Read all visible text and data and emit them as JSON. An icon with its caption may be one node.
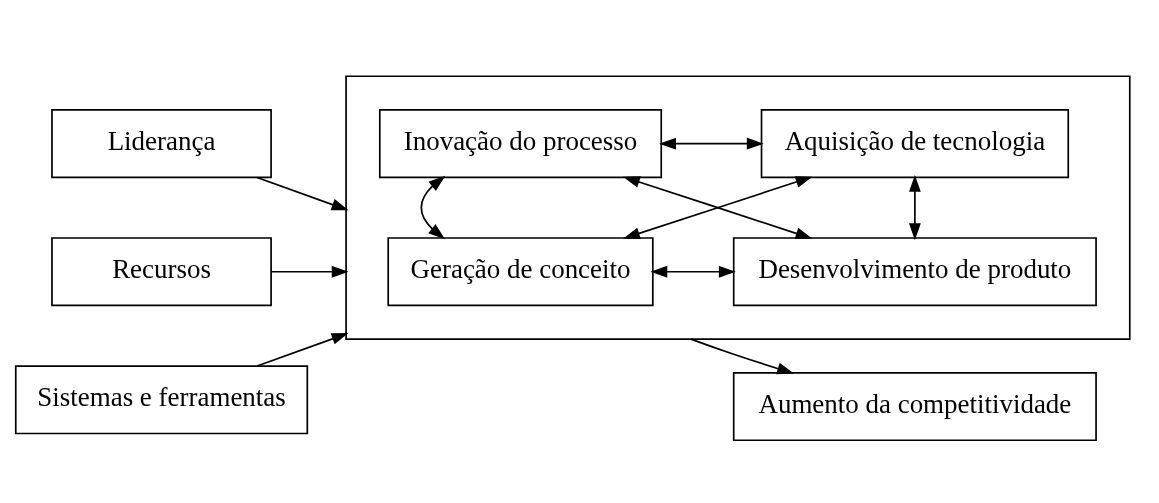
{
  "diagram": {
    "nodes": [
      {
        "text": [],
        "shape": "box"
      },
      {
        "text": [
          "Geração de conceito"
        ],
        "in": 0
      },
      {
        "text": [
          "Desenvolvimento de produto"
        ],
        "in": 0
      },
      {
        "text": [
          "Inovação do processo"
        ],
        "in": 0
      },
      {
        "text": [
          "Aquisição de tecnologia"
        ],
        "in": 0
      },
      {
        "text": [
          "Liderança"
        ]
      },
      {
        "text": [
          "Aumento da competitividade"
        ]
      },
      {
        "text": [
          "Recursos"
        ]
      },
      {
        "text": [
          "Sistemas e ferramentas"
        ]
      }
    ],
    "edges": [
      {
        "from": 1,
        "to": 2,
        "arrow": "both"
      },
      {
        "from": 1,
        "to": 3,
        "arrow": "both"
      },
      {
        "from": 2,
        "to": 4,
        "arrow": "both"
      },
      {
        "from": 1,
        "to": 4,
        "arrow": "both"
      },
      {
        "from": 2,
        "to": 3,
        "arrow": "both"
      },
      {
        "from": 3,
        "to": 4,
        "arrow": "both"
      },
      {
        "from": 5,
        "to": 0,
        "arrow": "to"
      },
      {
        "from": 0,
        "to": 6,
        "arrow": "to"
      },
      {
        "from": 7,
        "to": 0,
        "arrow": "to"
      },
      {
        "from": 8,
        "to": 0,
        "arrow": "to"
      }
    ]
  }
}
